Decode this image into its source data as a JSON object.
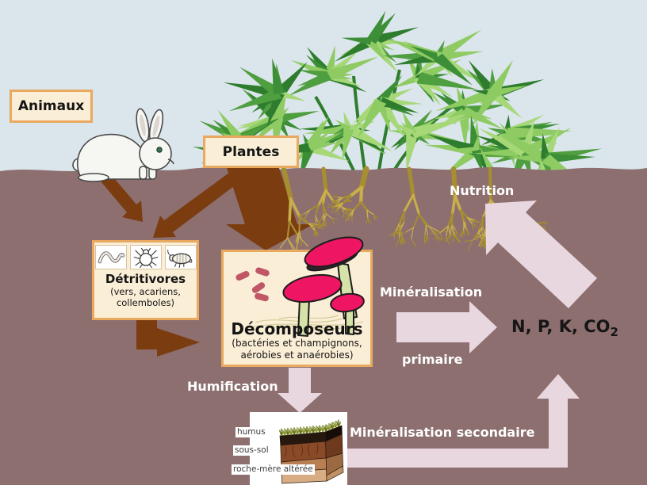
{
  "colors": {
    "sky": "#dbe5ec",
    "soil": "#8d6f6f",
    "arrow_brown": "#7b3c10",
    "arrow_pink": "#e9d7e0",
    "box_fill": "#fbeed6",
    "box_border": "#e9a95f",
    "text_white": "#ffffff",
    "text_black": "#161616",
    "mushroom_pink": "#ee1562",
    "root_gold": "#b89a33"
  },
  "nodes": {
    "animaux": {
      "label": "Animaux"
    },
    "plantes": {
      "label": "Plantes"
    },
    "detritivores": {
      "title": "Détritivores",
      "sub1": "(vers, acariens,",
      "sub2": "collemboles)"
    },
    "decomposeurs": {
      "title": "Décomposeurs",
      "sub1": "(bactéries et champignons,",
      "sub2": "aérobies et anaérobies)"
    },
    "npk": {
      "main": "N, P, K, CO",
      "sub": "2"
    }
  },
  "flow": {
    "nutrition": "Nutrition",
    "mineralisation": "Minéralisation",
    "primaire": "primaire",
    "humification": "Humification",
    "mineralisation_secondaire": "Minéralisation secondaire"
  },
  "soil_profile": {
    "layer1": "humus",
    "layer2": "sous-sol",
    "layer3": "roche-mère altérée"
  },
  "icons": {
    "worm": "worm-icon",
    "mite": "mite-icon",
    "springtail": "springtail-icon",
    "bacteria": "bacteria-icon",
    "mushrooms": "mushrooms-icon",
    "rabbit": "rabbit-illustration",
    "plant": "plant-illustration",
    "roots": "roots-illustration",
    "soil_block": "soil-block-illustration"
  }
}
